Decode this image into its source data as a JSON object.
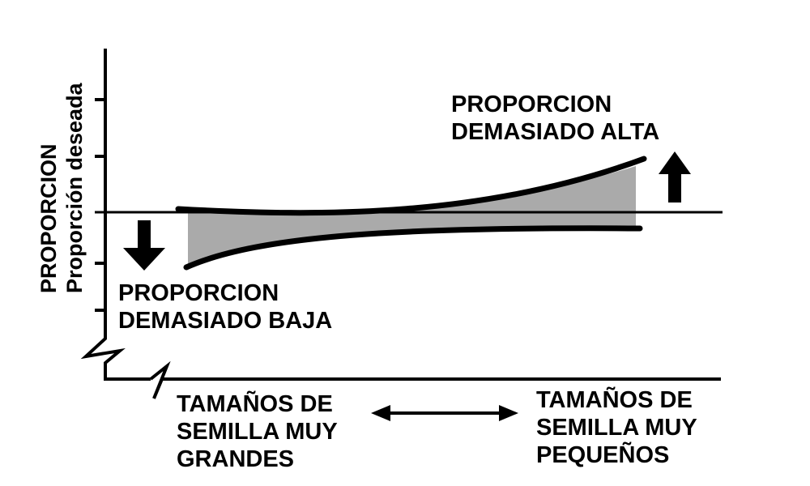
{
  "y_axis": {
    "line1": "PROPORCION",
    "line2": "Proporción deseada"
  },
  "labels": {
    "high": {
      "line1": "PROPORCION",
      "line2": "DEMASIADO ALTA"
    },
    "low": {
      "line1": "PROPORCION",
      "line2": "DEMASIADO BAJA"
    },
    "left_size": {
      "line1": "TAMAÑOS DE",
      "line2": "SEMILLA MUY",
      "line3": "GRANDES"
    },
    "right_size": {
      "line1": "TAMAÑOS DE",
      "line2": "SEMILLA MUY",
      "line3": "PEQUEÑOS"
    }
  },
  "icons": {
    "up": "arrow-up-icon",
    "down": "arrow-down-icon",
    "range": "double-arrow-icon"
  },
  "colors": {
    "band": "#aaaaaa",
    "ink": "#000000"
  }
}
